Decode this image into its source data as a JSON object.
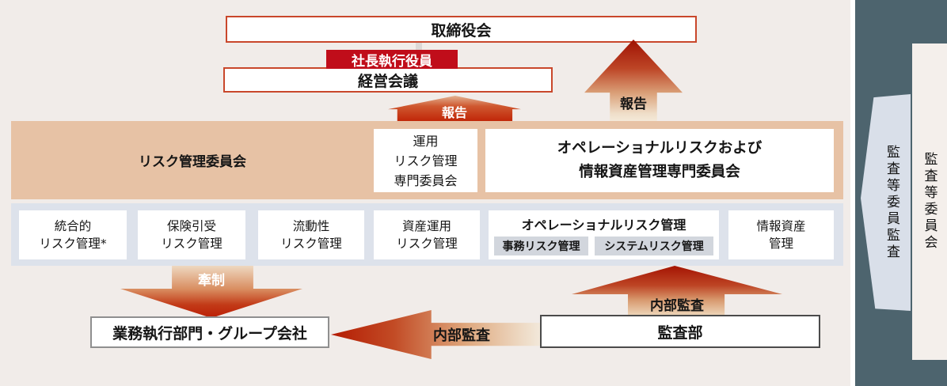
{
  "governance": {
    "board": "取締役会",
    "president": "社長執行役員",
    "management_meeting": "経営会議"
  },
  "arrow_labels": {
    "report_to_management": "報告",
    "report_to_board": "報告",
    "check": "牽制",
    "internal_audit_to_exec": "内部監査",
    "internal_audit_to_risk": "内部監査"
  },
  "committee_band": {
    "risk_management_committee": "リスク管理委員会",
    "operation_risk_committee_lines": [
      "運用",
      "リスク管理",
      "専門委員会"
    ],
    "operational_info_committee_lines": [
      "オペレーショナルリスクおよび",
      "情報資産管理専門委員会"
    ]
  },
  "risk_functions": {
    "integrated_lines": [
      "統合的",
      "リスク管理*"
    ],
    "insurance_lines": [
      "保険引受",
      "リスク管理"
    ],
    "liquidity_lines": [
      "流動性",
      "リスク管理"
    ],
    "asset_lines": [
      "資産運用",
      "リスク管理"
    ],
    "operational": {
      "title": "オペレーショナルリスク管理",
      "subs": [
        "事務リスク管理",
        "システムリスク管理"
      ]
    },
    "information_lines": [
      "情報資産",
      "管理"
    ]
  },
  "execution": {
    "exec_division": "業務執行部門・グループ会社",
    "audit_department": "監査部"
  },
  "audit_committee": {
    "audit_by_members": "監査等委員監査",
    "committee": "監査等委員会"
  },
  "colors": {
    "accent_red": "#c00d1a",
    "border_red": "#c9472b",
    "band_tan": "#e7c2a5",
    "band_blue_gray": "#dde2eb",
    "sub_box_gray": "#d2d6dd",
    "dark_column": "#4d646e",
    "light_arrow": "#d9dfe9",
    "arrow_red": "#bb1f06",
    "page_bg": "#f1ece9"
  }
}
